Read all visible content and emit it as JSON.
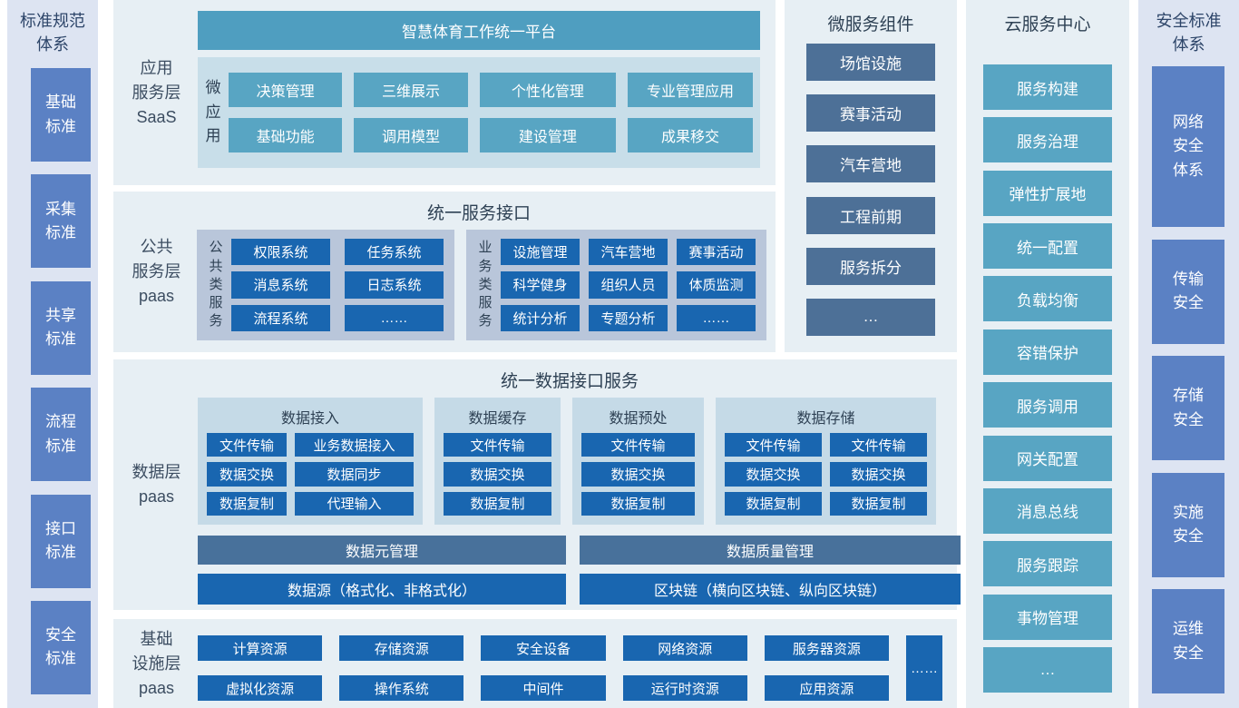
{
  "colors": {
    "page_bg": "#ffffff",
    "sidebar_bg": "#dde4f2",
    "sidebar_box": "#5b81c4",
    "panel_bg": "#e7eff4",
    "teal_header": "#4f9ec0",
    "teal_button": "#58a5c3",
    "micro_panel_bg": "#c8dee9",
    "group_panel_bg": "#b9c6da",
    "data_group_bg": "#c5dae7",
    "strong_blue": "#1966b0",
    "steel_bar": "#48719b",
    "slate_box": "#4d7097",
    "title_text": "#2e4154"
  },
  "left_sidebar": {
    "title": "标准规范\n体系",
    "items": [
      "基础\n标准",
      "采集\n标准",
      "共享\n标准",
      "流程\n标准",
      "接口\n标准",
      "安全\n标准"
    ]
  },
  "app_layer": {
    "label": "应用\n服务层\nSaaS",
    "platform_title": "智慧体育工作统一平台",
    "micro_label": "微应用",
    "buttons": [
      "决策管理",
      "三维展示",
      "个性化管理",
      "专业管理应用",
      "基础功能",
      "调用模型",
      "建设管理",
      "成果移交"
    ]
  },
  "public_layer": {
    "label": "公共\n服务层\npaas",
    "title": "统一服务接口",
    "group1": {
      "label": "公共类服务",
      "items": [
        "权限系统",
        "任务系统",
        "消息系统",
        "日志系统",
        "流程系统",
        "……"
      ]
    },
    "group2": {
      "label": "业务类服务",
      "items": [
        "设施管理",
        "汽车营地",
        "赛事活动",
        "科学健身",
        "组织人员",
        "体质监测",
        "统计分析",
        "专题分析",
        "……"
      ]
    }
  },
  "data_layer": {
    "label": "数据层\npaas",
    "title": "统一数据接口服务",
    "group_access": {
      "title": "数据接入",
      "items": [
        "文件传输",
        "业务数据接入",
        "数据交换",
        "数据同步",
        "数据复制",
        "代理输入"
      ]
    },
    "group_cache": {
      "title": "数据缓存",
      "items": [
        "文件传输",
        "数据交换",
        "数据复制"
      ]
    },
    "group_preprocess": {
      "title": "数据预处",
      "items": [
        "文件传输",
        "数据交换",
        "数据复制"
      ]
    },
    "group_storage": {
      "title": "数据存储",
      "items": [
        "文件传输",
        "文件传输",
        "数据交换",
        "数据交换",
        "数据复制",
        "数据复制"
      ]
    },
    "bar_meta": "数据元管理",
    "bar_quality": "数据质量管理",
    "bar_source": "数据源（格式化、非格式化）",
    "bar_blockchain": "区块链（横向区块链、纵向区块链）"
  },
  "infra_layer": {
    "label": "基础\n设施层\npaas",
    "items": [
      "计算资源",
      "存储资源",
      "安全设备",
      "网络资源",
      "服务器资源",
      "虚拟化资源",
      "操作系统",
      "中间件",
      "运行时资源",
      "应用资源"
    ],
    "more": "……"
  },
  "microservices": {
    "title": "微服务组件",
    "items": [
      "场馆设施",
      "赛事活动",
      "汽车营地",
      "工程前期",
      "服务拆分",
      "…"
    ]
  },
  "cloud_center": {
    "title": "云服务中心",
    "items": [
      "服务构建",
      "服务治理",
      "弹性扩展地",
      "统一配置",
      "负载均衡",
      "容错保护",
      "服务调用",
      "网关配置",
      "消息总线",
      "服务跟踪",
      "事物管理",
      "…"
    ]
  },
  "right_sidebar": {
    "title": "安全标准\n体系",
    "items": [
      "网络\n安全\n体系",
      "传输\n安全",
      "存储\n安全",
      "实施\n安全",
      "运维\n安全"
    ]
  }
}
